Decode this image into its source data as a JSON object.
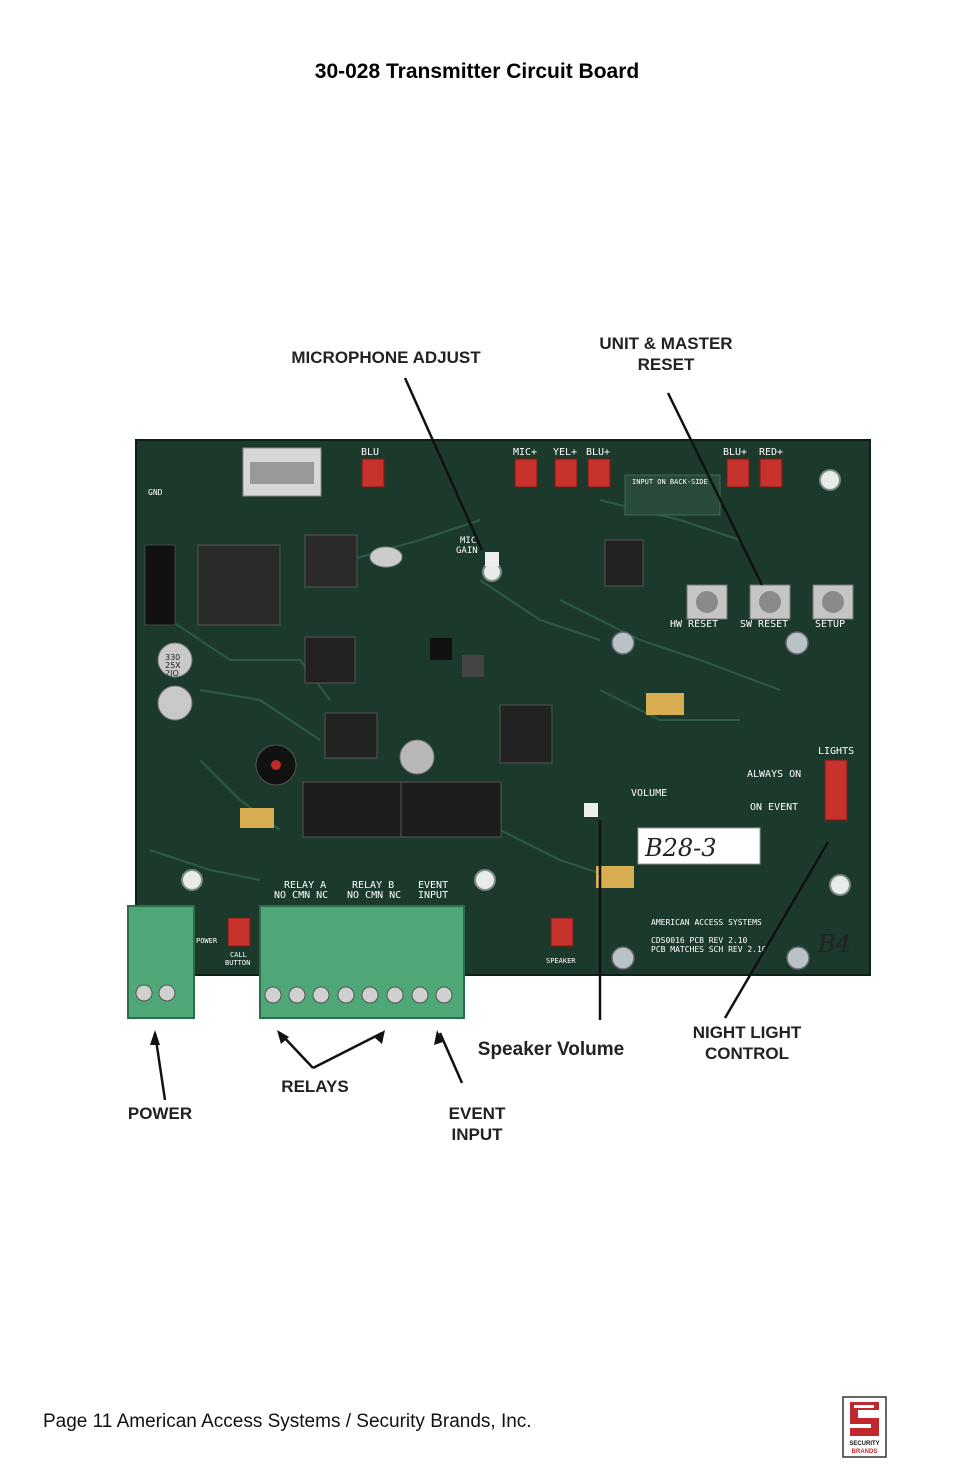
{
  "page": {
    "title": "30-028 Transmitter Circuit Board",
    "footer": "Page 11 American Access Systems / Security Brands, Inc."
  },
  "figure": {
    "callouts": {
      "microphone_adjust": "MICROPHONE ADJUST",
      "unit_master_reset_line1": "UNIT & MASTER",
      "unit_master_reset_line2": "RESET",
      "speaker_volume": "Speaker Volume",
      "night_light_line1": "NIGHT LIGHT",
      "night_light_line2": "CONTROL",
      "power": "POWER",
      "relays": "RELAYS",
      "event_input_line1": "EVENT",
      "event_input_line2": "INPUT"
    },
    "board_labels": {
      "blu": "BLU",
      "mic_plus": "MIC+",
      "yel_plus": "YEL+",
      "blu_plus": "BLU+",
      "red_plus": "RED+",
      "hw_reset": "HW RESET",
      "sw_reset": "SW RESET",
      "setup": "SETUP",
      "mic_gain_1": "MIC",
      "mic_gain_2": "GAIN",
      "lights": "LIGHTS",
      "always_on": "ALWAYS ON",
      "on_event": "ON EVENT",
      "volume": "VOLUME",
      "relay_a_1": "RELAY A",
      "relay_a_2": "NO CMN NC",
      "relay_b_1": "RELAY B",
      "relay_b_2": "NO CMN NC",
      "event_1": "EVENT",
      "event_2": "INPUT",
      "call_button_1": "CALL",
      "call_button_2": "BUTTON",
      "power": "POWER",
      "speaker": "SPEAKER",
      "company": "AMERICAN ACCESS SYSTEMS",
      "pcb_rev": "CDS0016 PCB REV 2.10",
      "pcb_matches": "PCB MATCHES SCH REV 2.10",
      "handwritten_tag": "B28-3",
      "handwritten_corner": "B4",
      "cap_1_line1": "330",
      "cap_1_line2": "25X",
      "cap_1_line3": "2JO",
      "gnd": "GND",
      "input_on_back": "INPUT ON BACK-SIDE"
    }
  },
  "logo": {
    "text_top": "SECURITY",
    "text_bottom": "BRANDS",
    "color": "#c0282d"
  },
  "colors": {
    "pcb": "#1c3a2c",
    "terminal_green": "#4fa677",
    "led_red": "#c8322c"
  }
}
